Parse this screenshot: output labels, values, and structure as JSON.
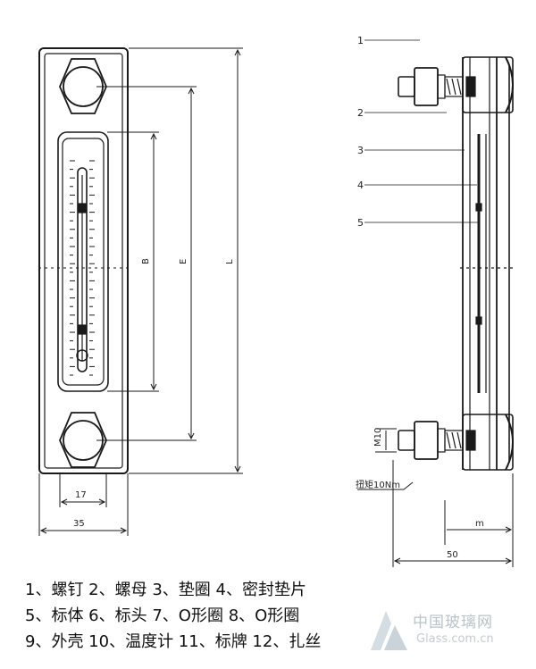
{
  "callouts": [
    "1",
    "2",
    "3",
    "4",
    "5"
  ],
  "dimensions": {
    "B": "B",
    "E": "E",
    "L": "L",
    "width_inner": "17",
    "width_outer": "35",
    "thread": "M10",
    "torque": "扭矩10Nm",
    "d1": "m",
    "d2": "50"
  },
  "legend": {
    "line1": "1、螺钉 2、螺母 3、垫圈 4、密封垫片",
    "line2": "5、标体 6、标头 7、O形圈 8、O形圈",
    "line3": "9、外壳 10、温度计 11、标牌 12、扎丝"
  },
  "watermark": {
    "title": "中国玻璃网",
    "subtitle": "Glass.com.cn"
  }
}
